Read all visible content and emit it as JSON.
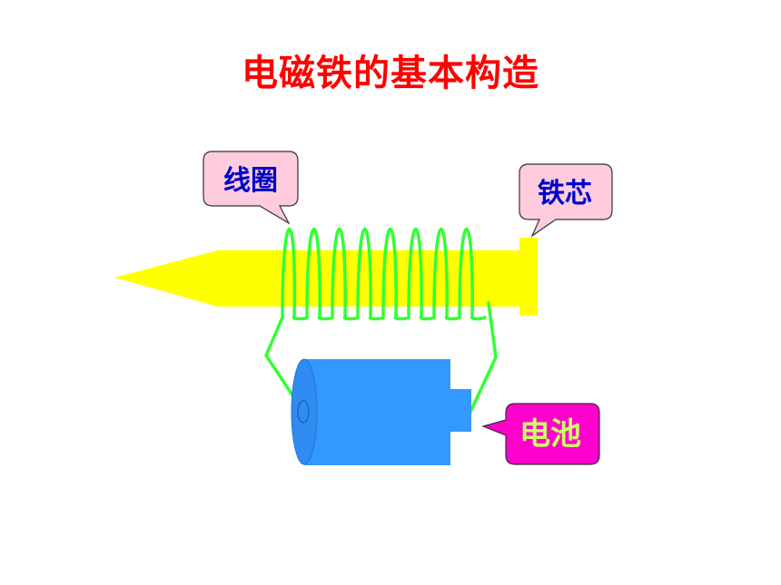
{
  "title": "电磁铁的基本构造",
  "labels": {
    "coil": "线圈",
    "core": "铁芯",
    "battery": "电池"
  },
  "colors": {
    "title": "#ff0000",
    "iron_core": "#ffff00",
    "coil_wire": "#33ff33",
    "battery_body": "#3399ff",
    "coil_callout": "#ffccdd",
    "core_callout": "#ffccdd",
    "battery_callout": "#ff00cc",
    "coil_text": "#0000cc",
    "core_text": "#0000cc",
    "battery_text": "#ccff66"
  }
}
